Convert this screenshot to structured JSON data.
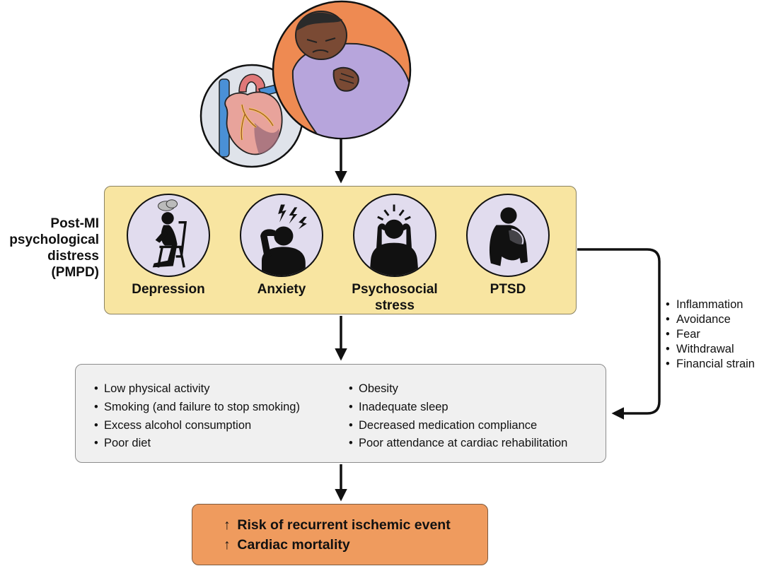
{
  "pmpd_label": [
    "Post-MI",
    "psychological",
    "distress",
    "(PMPD)"
  ],
  "conditions": [
    {
      "label_lines": [
        "Depression"
      ],
      "icon": "depression-icon"
    },
    {
      "label_lines": [
        "Anxiety"
      ],
      "icon": "anxiety-icon"
    },
    {
      "label_lines": [
        "Psychosocial",
        "stress"
      ],
      "icon": "stress-icon"
    },
    {
      "label_lines": [
        "PTSD"
      ],
      "icon": "ptsd-icon"
    }
  ],
  "mechanisms": [
    "Inflammation",
    "Avoidance",
    "Fear",
    "Withdrawal",
    "Financial strain"
  ],
  "behaviors_left": [
    "Low physical activity",
    "Smoking (and failure to stop smoking)",
    "Excess alcohol consumption",
    "Poor diet"
  ],
  "behaviors_right": [
    "Obesity",
    "Inadequate sleep",
    "Decreased medication compliance",
    "Poor attendance at cardiac rehabilitation"
  ],
  "outcomes": [
    "Risk of recurrent ischemic event",
    "Cardiac mortality"
  ],
  "outcome_arrow": "↑",
  "illustrations": {
    "heart": "heart-illustration",
    "person": "chest-pain-person-illustration"
  },
  "colors": {
    "pmpd_box": "#f8e5a1",
    "icon_circle": "#e1dcee",
    "behaviors_box": "#f0f0f0",
    "outcome_box": "#ef9b5e",
    "person_circle": "#ee8a52"
  }
}
